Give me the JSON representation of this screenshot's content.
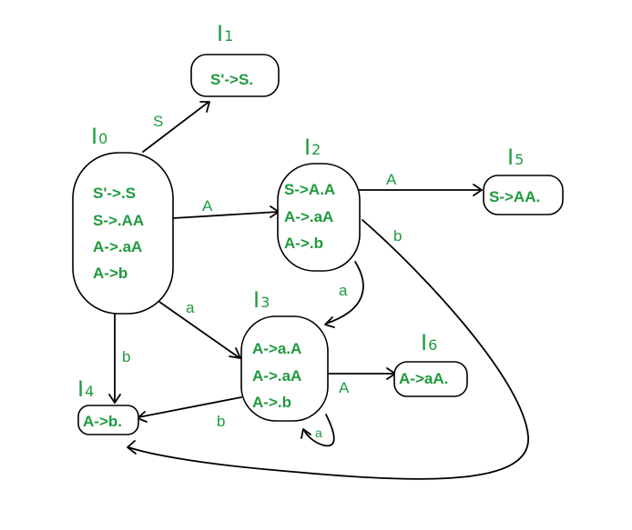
{
  "states": {
    "I0": {
      "letter": "I",
      "sub": "0",
      "items": [
        "S'->.S",
        "S->.AA",
        "A->.aA",
        "A->b"
      ]
    },
    "I1": {
      "letter": "I",
      "sub": "1",
      "items": [
        "S'->S."
      ]
    },
    "I2": {
      "letter": "I",
      "sub": "2",
      "items": [
        "S->A.A",
        "A->.aA",
        "A->.b"
      ]
    },
    "I3": {
      "letter": "I",
      "sub": "3",
      "items": [
        "A->a.A",
        "A->.aA",
        "A->.b"
      ]
    },
    "I4": {
      "letter": "I",
      "sub": "4",
      "items": [
        "A->b."
      ]
    },
    "I5": {
      "letter": "I",
      "sub": "5",
      "items": [
        "S->AA."
      ]
    },
    "I6": {
      "letter": "I",
      "sub": "6",
      "items": [
        "A->aA."
      ]
    }
  },
  "transitions": {
    "i0_i1": "S",
    "i0_i2": "A",
    "i0_i3": "a",
    "i0_i4": "b",
    "i2_i5": "A",
    "i2_i3": "a",
    "i2_i4": "b",
    "i3_i6": "A",
    "i3_i4": "b",
    "i3_i3": "a"
  },
  "colors": {
    "text": "#1f9a3f",
    "lines": "#000000",
    "background": "#ffffff"
  }
}
